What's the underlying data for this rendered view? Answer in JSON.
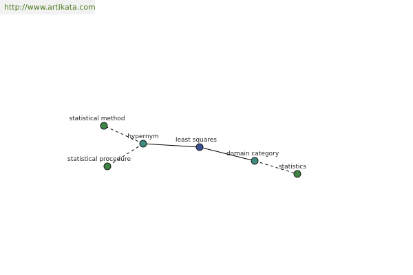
{
  "header": {
    "url": "http://www.artikata.com"
  },
  "graph": {
    "colors": {
      "center_node": "#3a4f8f",
      "relation_node": "#3e8a7e",
      "leaf_node": "#3f8442",
      "node_stroke": "#1a1a1a",
      "edge": "#000000",
      "url_text": "#4a7a1e"
    },
    "nodes": [
      {
        "id": "least-squares",
        "label": "least squares",
        "kind": "center"
      },
      {
        "id": "hypernym",
        "label": "hypernym",
        "kind": "relation"
      },
      {
        "id": "domain-category",
        "label": "domain category",
        "kind": "relation"
      },
      {
        "id": "statistical-method",
        "label": "statistical method",
        "kind": "leaf"
      },
      {
        "id": "statistical-procedure",
        "label": "statistical procedure",
        "kind": "leaf"
      },
      {
        "id": "statistics",
        "label": "statistics",
        "kind": "leaf"
      }
    ],
    "edges": [
      {
        "from": "least-squares",
        "to": "hypernym",
        "style": "solid"
      },
      {
        "from": "least-squares",
        "to": "domain-category",
        "style": "solid"
      },
      {
        "from": "hypernym",
        "to": "statistical-method",
        "style": "dashed"
      },
      {
        "from": "hypernym",
        "to": "statistical-procedure",
        "style": "dashed"
      },
      {
        "from": "domain-category",
        "to": "statistics",
        "style": "dashed"
      }
    ]
  }
}
